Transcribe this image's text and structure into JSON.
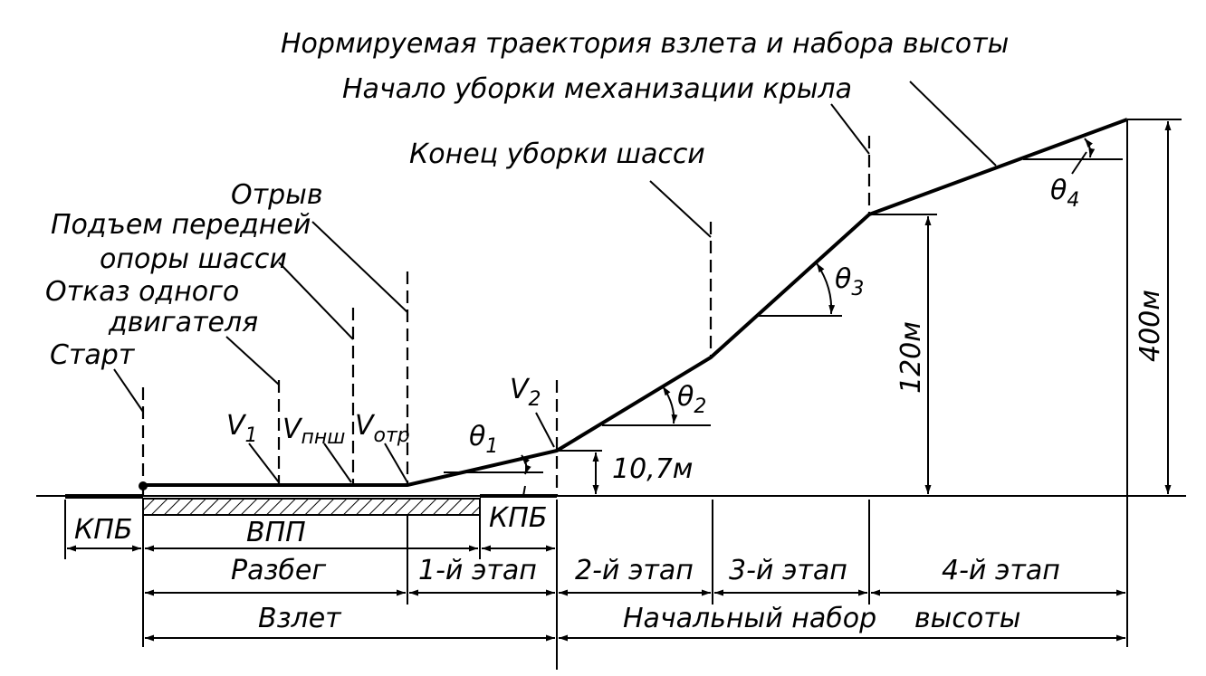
{
  "labels": {
    "trajectory": "Нормируемая траектория взлета и набора высоты",
    "flaps_retraction": "Начало уборки механизации крыла",
    "gear_retraction_end": "Конец уборки шасси",
    "liftoff": "Отрыв",
    "nose_gear_line1": "Подъем передней",
    "nose_gear_line2": "опоры шасси",
    "engine_failure_line1": "Отказ одного",
    "engine_failure_line2": "двигателя",
    "start": "Старт"
  },
  "speeds": {
    "v1_base": "V",
    "v1_sub": "1",
    "vpnsh_base": "V",
    "vpnsh_sub": "пнш",
    "votr_base": "V",
    "votr_sub": "отр",
    "v2_base": "V",
    "v2_sub": "2"
  },
  "angles": {
    "t1_base": "θ",
    "t1_sub": "1",
    "t2_base": "θ",
    "t2_sub": "2",
    "t3_base": "θ",
    "t3_sub": "3",
    "t4_base": "θ",
    "t4_sub": "4"
  },
  "heights": {
    "h1": "10,7м",
    "h2": "120м",
    "h3": "400м"
  },
  "ground": {
    "kpb_left": "КПБ",
    "runway": "ВПП",
    "kpb_right": "КПБ"
  },
  "segments": {
    "ground_run": "Разбег",
    "stage1": "1-й этап",
    "stage2": "2-й этап",
    "stage3": "3-й этап",
    "stage4": "4-й этап"
  },
  "phases": {
    "takeoff": "Взлет",
    "climb_part1": "Начальный набор",
    "climb_part2": "высоты"
  }
}
